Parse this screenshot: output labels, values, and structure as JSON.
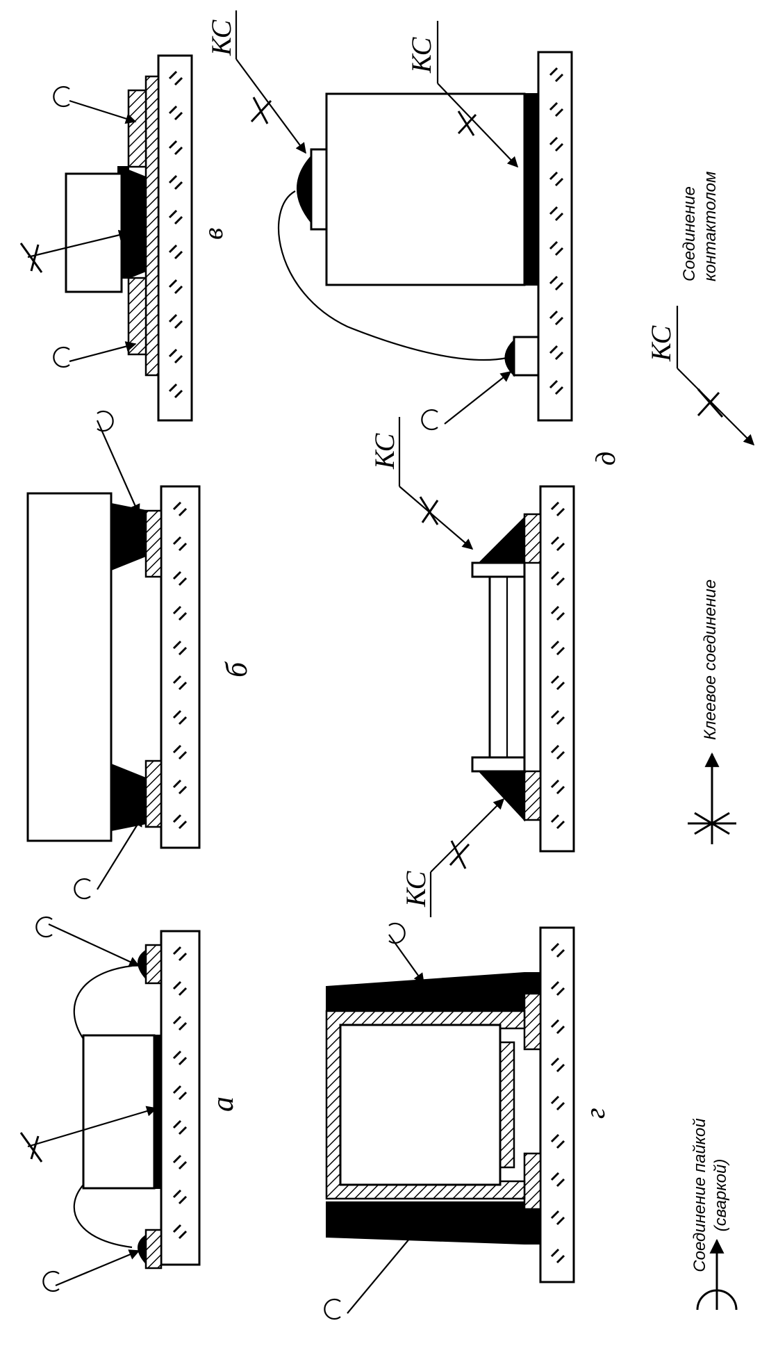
{
  "figure": {
    "panels": [
      {
        "id": "a",
        "label": "а"
      },
      {
        "id": "b",
        "label": "б"
      },
      {
        "id": "v",
        "label": "в"
      },
      {
        "id": "g",
        "label": "г"
      },
      {
        "id": "d",
        "label": "д"
      }
    ],
    "callout_text": "КС"
  },
  "legend": {
    "solder": {
      "text1": "Соединение пайкой",
      "text2": "(сваркой)"
    },
    "adhesive": {
      "text": "Клеевое соединение"
    },
    "contactol": {
      "text1": "Соединение",
      "text2": "контактолом",
      "kc": "КС"
    }
  }
}
